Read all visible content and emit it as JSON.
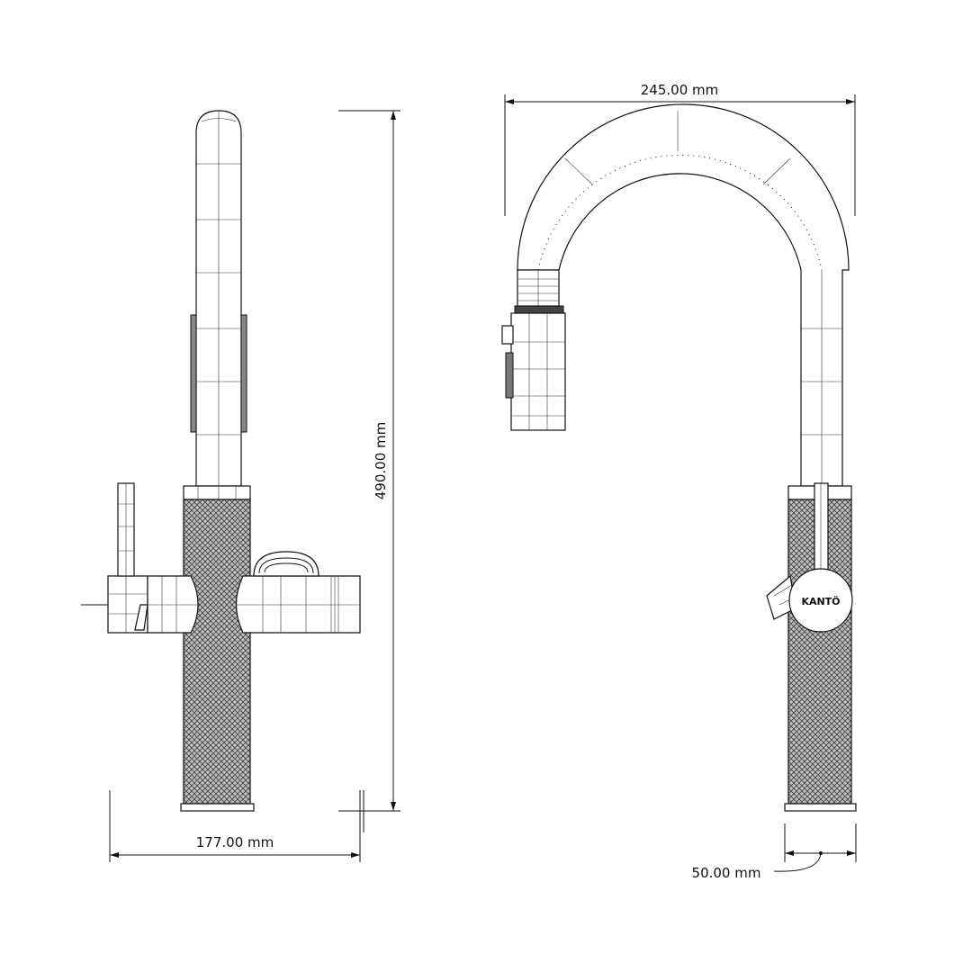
{
  "drawing": {
    "dimensions": {
      "overall_height": "490.00 mm",
      "side_depth": "177.00 mm",
      "spout_reach": "245.00 mm",
      "base_diameter": "50.00 mm"
    },
    "brand_logo": "KANTÖ",
    "colors": {
      "line": "#111111",
      "hatch": "#555555",
      "background": "#ffffff"
    }
  }
}
